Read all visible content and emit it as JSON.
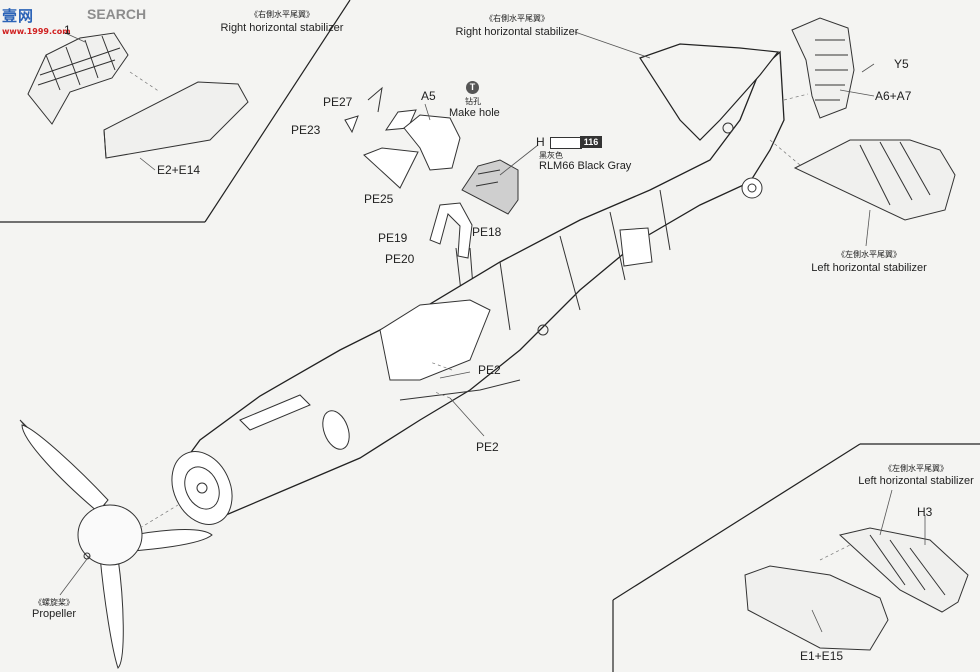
{
  "watermark": {
    "logo_text": "壹网",
    "search_text": "SEARCH",
    "url_text": "www.1999.com"
  },
  "labels": {
    "top_left_part": "1",
    "right_stab_cn_1": "《右側水平尾翼》",
    "right_stab_en_1": "Right horizontal stabilizer",
    "e2_e14": "E2+E14",
    "pe27": "PE27",
    "pe23": "PE23",
    "a5": "A5",
    "pe25": "PE25",
    "drill_symbol": "T",
    "drill_cn": "钻孔",
    "make_hole": "Make hole",
    "h_part": "H",
    "color_code": "116",
    "color_cn": "黑灰色",
    "color_en": "RLM66 Black Gray",
    "right_stab_cn_2": "《右側水平尾翼》",
    "right_stab_en_2": "Right horizontal stabilizer",
    "y5": "Y5",
    "a6_a7": "A6+A7",
    "left_stab_cn_1": "《左側水平尾翼》",
    "left_stab_en_1": "Left horizontal stabilizer",
    "pe19": "PE19",
    "pe18": "PE18",
    "pe20": "PE20",
    "pe2_a": "PE2",
    "pe2_b": "PE2",
    "propeller_cn": "《螺旋桨》",
    "propeller_en": "Propeller",
    "left_stab_cn_2": "《左側水平尾翼》",
    "left_stab_en_2": "Left horizontal stabilizer",
    "h3": "H3",
    "e1_e15": "E1+E15"
  }
}
